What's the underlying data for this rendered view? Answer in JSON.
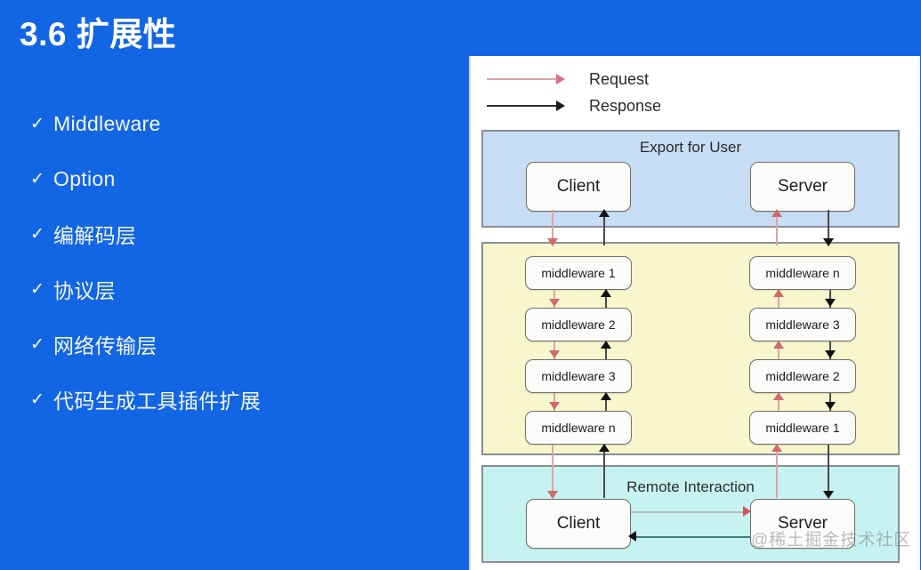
{
  "slide": {
    "title": "3.6 扩展性",
    "background_color": "#1366E3",
    "bullets": [
      {
        "check": "✓",
        "label": "Middleware"
      },
      {
        "check": "✓",
        "label": "Option"
      },
      {
        "check": "✓",
        "label": "编解码层"
      },
      {
        "check": "✓",
        "label": "协议层"
      },
      {
        "check": "✓",
        "label": "网络传输层"
      },
      {
        "check": "✓",
        "label": "代码生成工具插件扩展"
      }
    ]
  },
  "diagram": {
    "legend": [
      {
        "label": "Request",
        "color": "#d4737d"
      },
      {
        "label": "Response",
        "color": "#1b1b1b"
      }
    ],
    "sections": {
      "export": {
        "title": "Export for User",
        "color": "#c6ddf4",
        "left_node": "Client",
        "right_node": "Server"
      },
      "middleware": {
        "title": "",
        "color": "#f7f6cd",
        "left_chain": [
          "middleware 1",
          "middleware 2",
          "middleware 3",
          "middleware n"
        ],
        "right_chain": [
          "middleware n",
          "middleware 3",
          "middleware 2",
          "middleware 1"
        ]
      },
      "remote": {
        "title": "Remote Interaction",
        "color": "#c7f2f2",
        "left_node": "Client",
        "right_node": "Server"
      }
    }
  },
  "watermark": "@稀土掘金技术社区"
}
